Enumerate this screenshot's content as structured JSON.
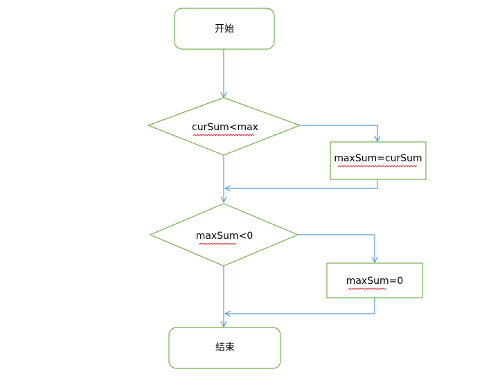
{
  "flowchart": {
    "colors": {
      "shape_stroke": "#70b04a",
      "connector": "#5b9bd5",
      "text": "#000000",
      "spellcheck": "#e03030"
    },
    "nodes": {
      "start": {
        "label": "开始"
      },
      "decision_cur": {
        "label": "curSum<max"
      },
      "assign_max": {
        "label": "maxSum=curSum"
      },
      "decision_neg": {
        "label": "maxSum<0"
      },
      "assign_zero": {
        "label": "maxSum=0"
      },
      "end": {
        "label": "结束"
      }
    }
  }
}
